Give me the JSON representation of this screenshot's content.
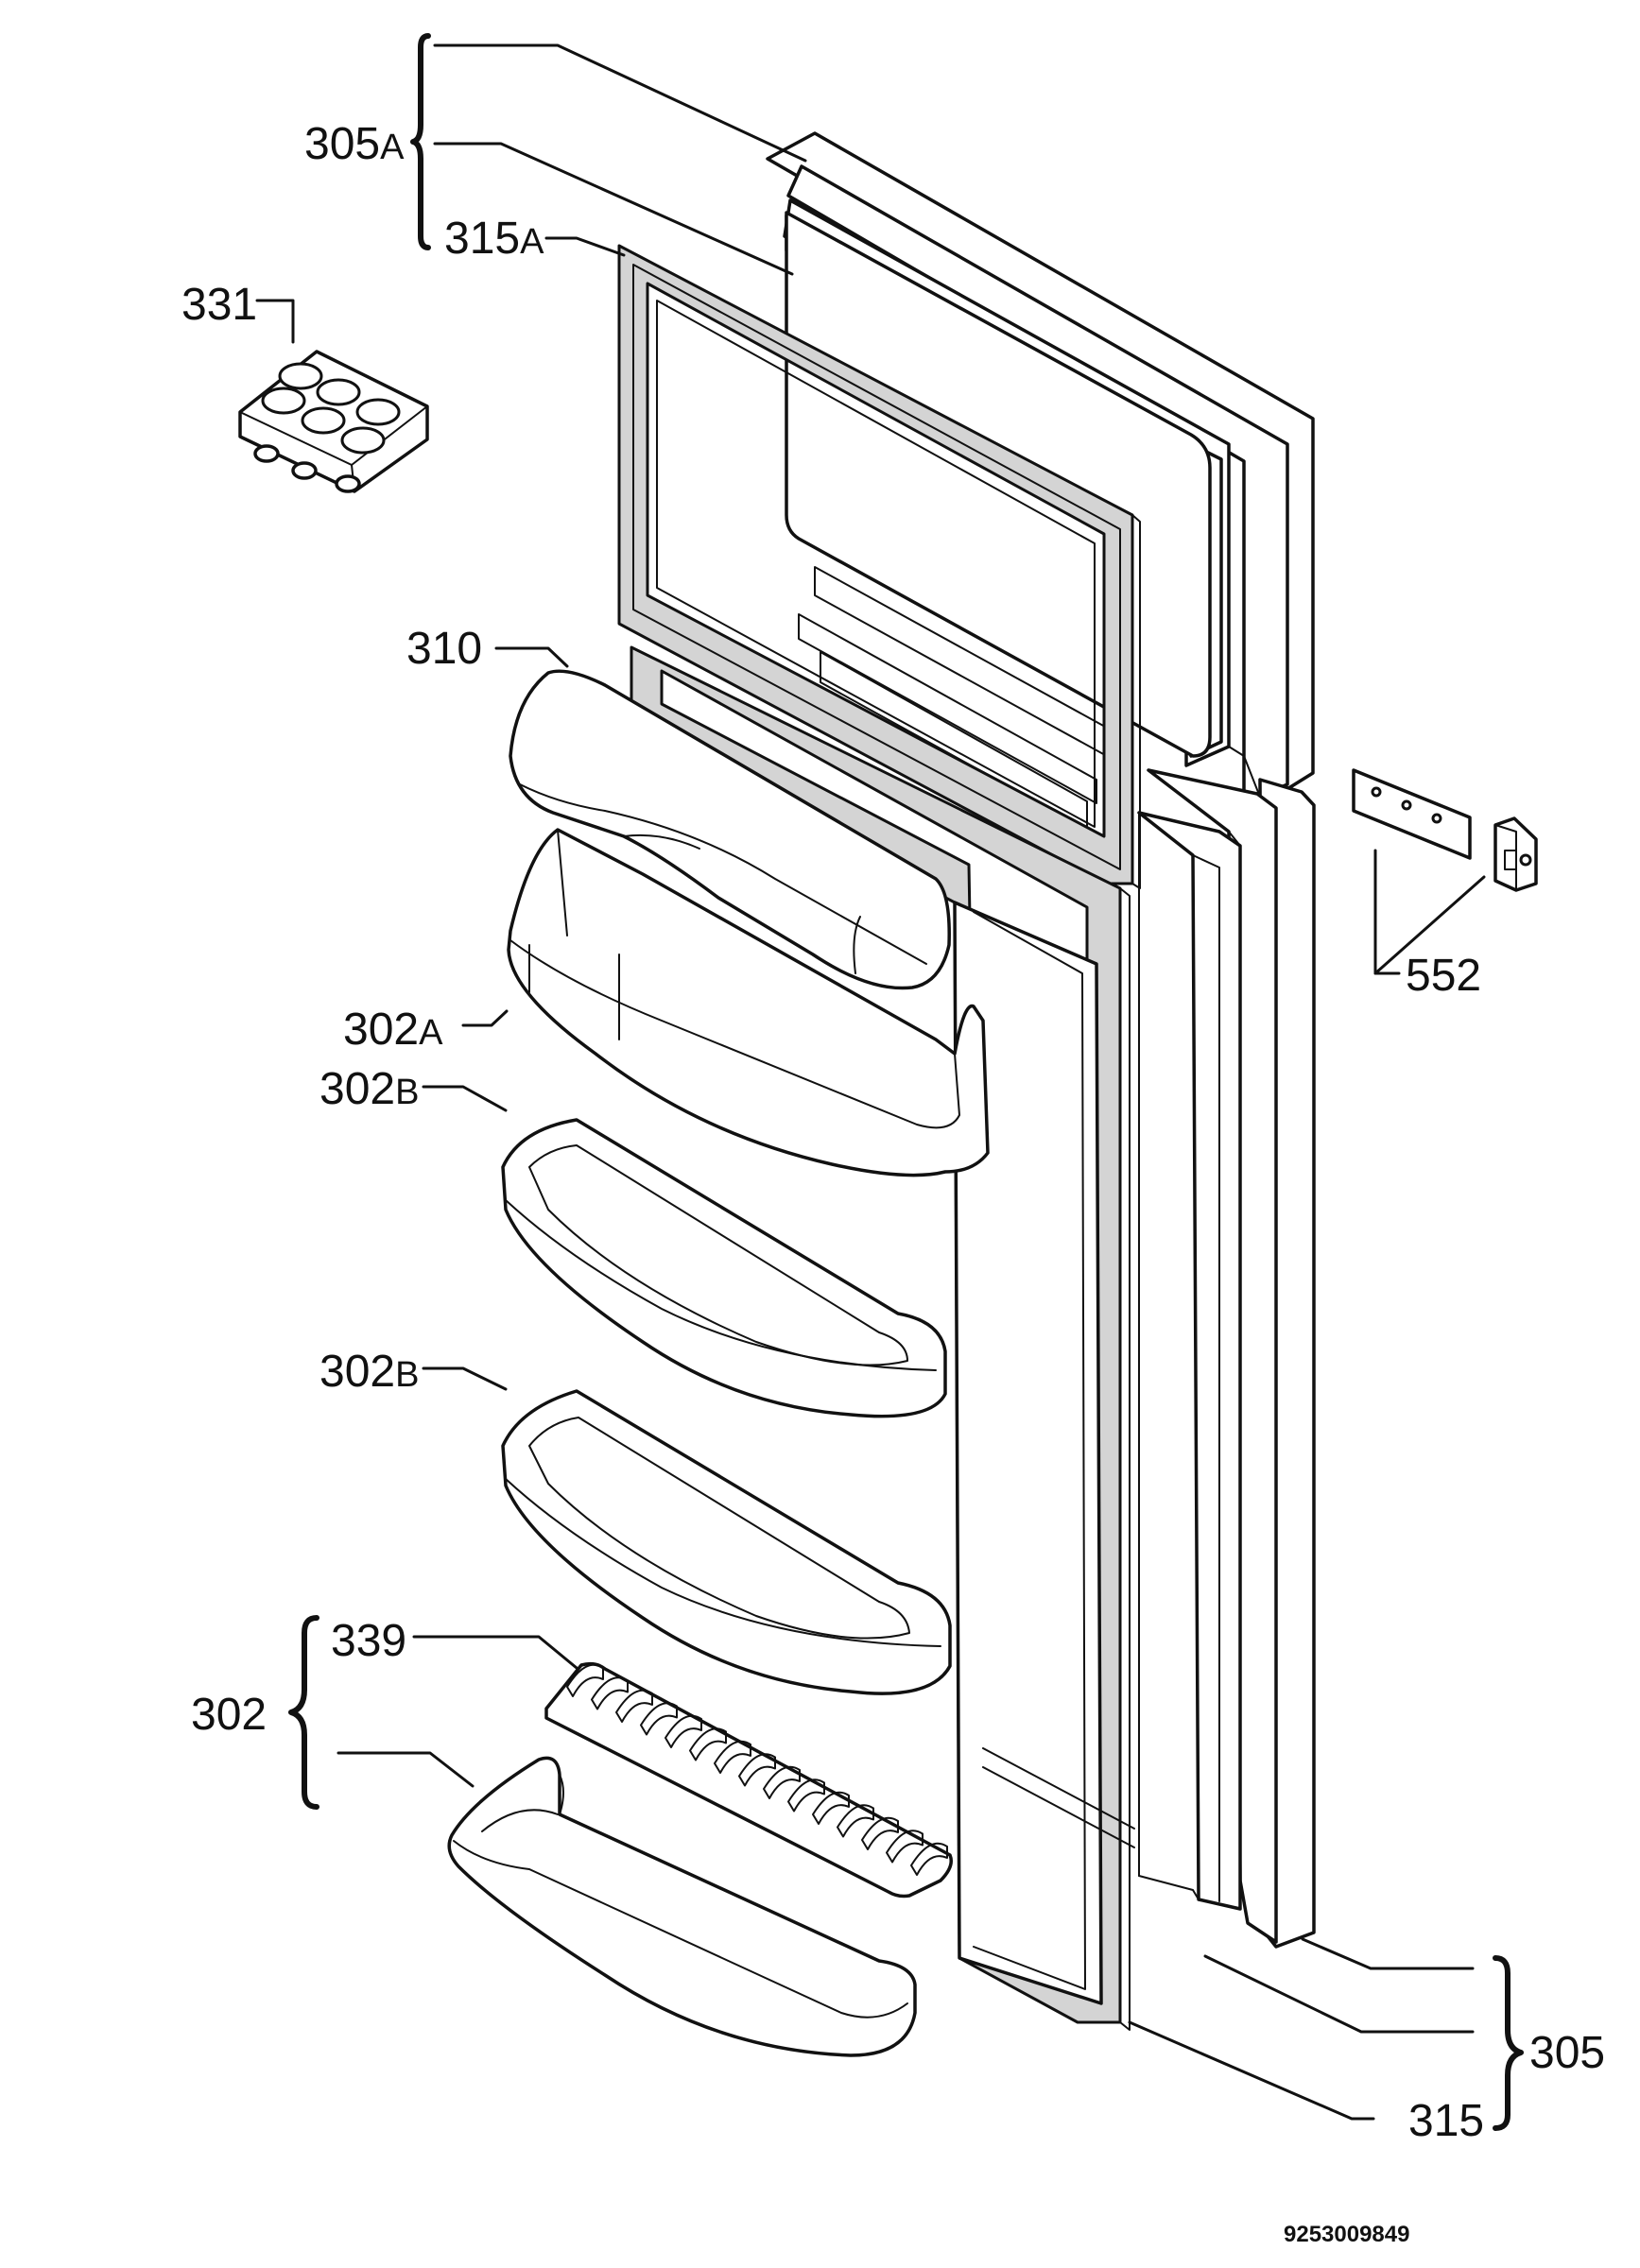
{
  "diagram": {
    "drawing_code": "9253009849",
    "labels": [
      {
        "id": "305A",
        "num": "305",
        "suffix": "A"
      },
      {
        "id": "315A",
        "num": "315",
        "suffix": "A"
      },
      {
        "id": "331",
        "num": "331",
        "suffix": ""
      },
      {
        "id": "310",
        "num": "310",
        "suffix": ""
      },
      {
        "id": "302A",
        "num": "302",
        "suffix": "A"
      },
      {
        "id": "302B_upper",
        "num": "302",
        "suffix": "B"
      },
      {
        "id": "302B_lower",
        "num": "302",
        "suffix": "B"
      },
      {
        "id": "339",
        "num": "339",
        "suffix": ""
      },
      {
        "id": "302",
        "num": "302",
        "suffix": ""
      },
      {
        "id": "552",
        "num": "552",
        "suffix": ""
      },
      {
        "id": "305",
        "num": "305",
        "suffix": ""
      },
      {
        "id": "315",
        "num": "315",
        "suffix": ""
      }
    ]
  }
}
